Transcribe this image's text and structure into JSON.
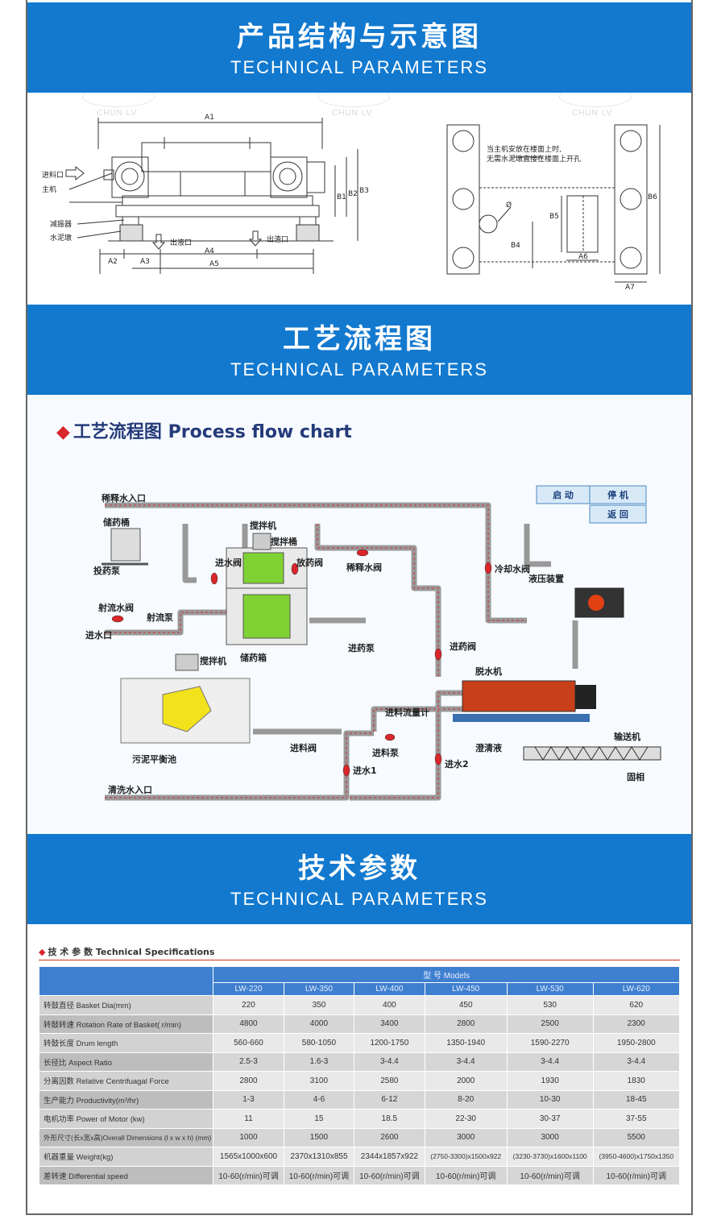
{
  "sections": [
    {
      "title": "产品结构与示意图",
      "subtitle": "TECHNICAL PARAMETERS"
    },
    {
      "title": "工艺流程图",
      "subtitle": "TECHNICAL PARAMETERS"
    },
    {
      "title": "技术参数",
      "subtitle": "TECHNICAL PARAMETERS"
    }
  ],
  "watermark": "CHUN LV",
  "structure": {
    "labels": {
      "a1": "A1",
      "a2": "A2",
      "a3": "A3",
      "a4": "A4",
      "a5": "A5",
      "a6": "A6",
      "a7": "A7",
      "b1": "B1",
      "b2": "B2",
      "b3": "B3",
      "b4": "B4",
      "b5": "B5",
      "b6": "B6",
      "feed": "进料口",
      "host": "主机",
      "damper": "减振器",
      "pier": "水泥墩",
      "liquid_out": "出液口",
      "slag_out": "出渣口",
      "note1": "当主机安放在楼面上时,",
      "note2": "无需水泥墩直接在楼面上开孔",
      "phi": "Ø"
    }
  },
  "flow": {
    "heading_cn": "工艺流程图",
    "heading_en": "Process flow chart",
    "labels": {
      "dilution_inlet": "稀释水入口",
      "storage_bucket": "储药桶",
      "dosing_pump": "投药泵",
      "jet_valve": "射流水阀",
      "jet_pump": "射流泵",
      "water_inlet": "进水口",
      "inlet_valve": "进水阀",
      "mixer": "搅拌机",
      "mixing_tank": "搅拌桶",
      "drain_valve": "放药阀",
      "storage_tank": "储药箱",
      "dilution_valve": "稀释水阀",
      "chem_pump": "进药泵",
      "chem_valve": "进药阀",
      "cooling_valve": "冷却水阀",
      "hydraulic": "液压装置",
      "dewater": "脱水机",
      "flowmeter": "进料流量计",
      "sludge_pool": "污泥平衡池",
      "feed_valve": "进料阀",
      "feed_pump": "进料泵",
      "inlet1": "进水1",
      "inlet2": "进水2",
      "clear_liquid": "澄清液",
      "conveyor": "输送机",
      "solid": "固相",
      "wash_inlet": "清洗水入口",
      "start": "启 动",
      "stop": "停 机",
      "back": "返 回"
    }
  },
  "specs": {
    "heading_cn": "技 术 参 数",
    "heading_en": "Technical Specifications",
    "model_header": "型  号 Models",
    "models": [
      "LW-220",
      "LW-350",
      "LW-400",
      "LW-450",
      "LW-530",
      "LW-620"
    ],
    "rows": [
      {
        "label": "转鼓直径 Basket Dia(mm)",
        "values": [
          "220",
          "350",
          "400",
          "450",
          "530",
          "620"
        ]
      },
      {
        "label": "转鼓转速 Rotation Rate of Basket( r/min)",
        "values": [
          "4800",
          "4000",
          "3400",
          "2800",
          "2500",
          "2300"
        ]
      },
      {
        "label": "转鼓长度 Drum length",
        "values": [
          "560-660",
          "580-1050",
          "1200-1750",
          "1350-1940",
          "1590-2270",
          "1950-2800"
        ]
      },
      {
        "label": "长径比 Aspect Ratio",
        "values": [
          "2.5-3",
          "1.6-3",
          "3-4.4",
          "3-4.4",
          "3-4.4",
          "3-4.4"
        ]
      },
      {
        "label": "分离因数 Relative Centrifuagal Force",
        "values": [
          "2800",
          "3100",
          "2580",
          "2000",
          "1930",
          "1830"
        ]
      },
      {
        "label": "生产能力 Productivity(m³/hr)",
        "values": [
          "1-3",
          "4-6",
          "6-12",
          "8-20",
          "10-30",
          "18-45"
        ]
      },
      {
        "label": "电机功率 Power of Motor (kw)",
        "values": [
          "11",
          "15",
          "18.5",
          "22-30",
          "30-37",
          "37-55"
        ]
      },
      {
        "label": "外形尺寸(长x宽x高)Overall Dimensions (l x w x h) (mm)",
        "values": [
          "1000",
          "1500",
          "2600",
          "3000",
          "3000",
          "5500"
        ]
      },
      {
        "label": "机器重量 Weight(kg)",
        "values": [
          "1565x1000x600",
          "2370x1310x855",
          "2344x1857x922",
          "(2750-3300)x1500x922",
          "(3230-3730)x1600x1100",
          "(3950-4600)x1750x1350"
        ]
      },
      {
        "label": "差转速 Differential speed",
        "values": [
          "10-60(r/min)可调",
          "10-60(r/min)可调",
          "10-60(r/min)可调",
          "10-60(r/min)可调",
          "10-60(r/min)可调",
          "10-60(r/min)可调"
        ]
      }
    ]
  }
}
